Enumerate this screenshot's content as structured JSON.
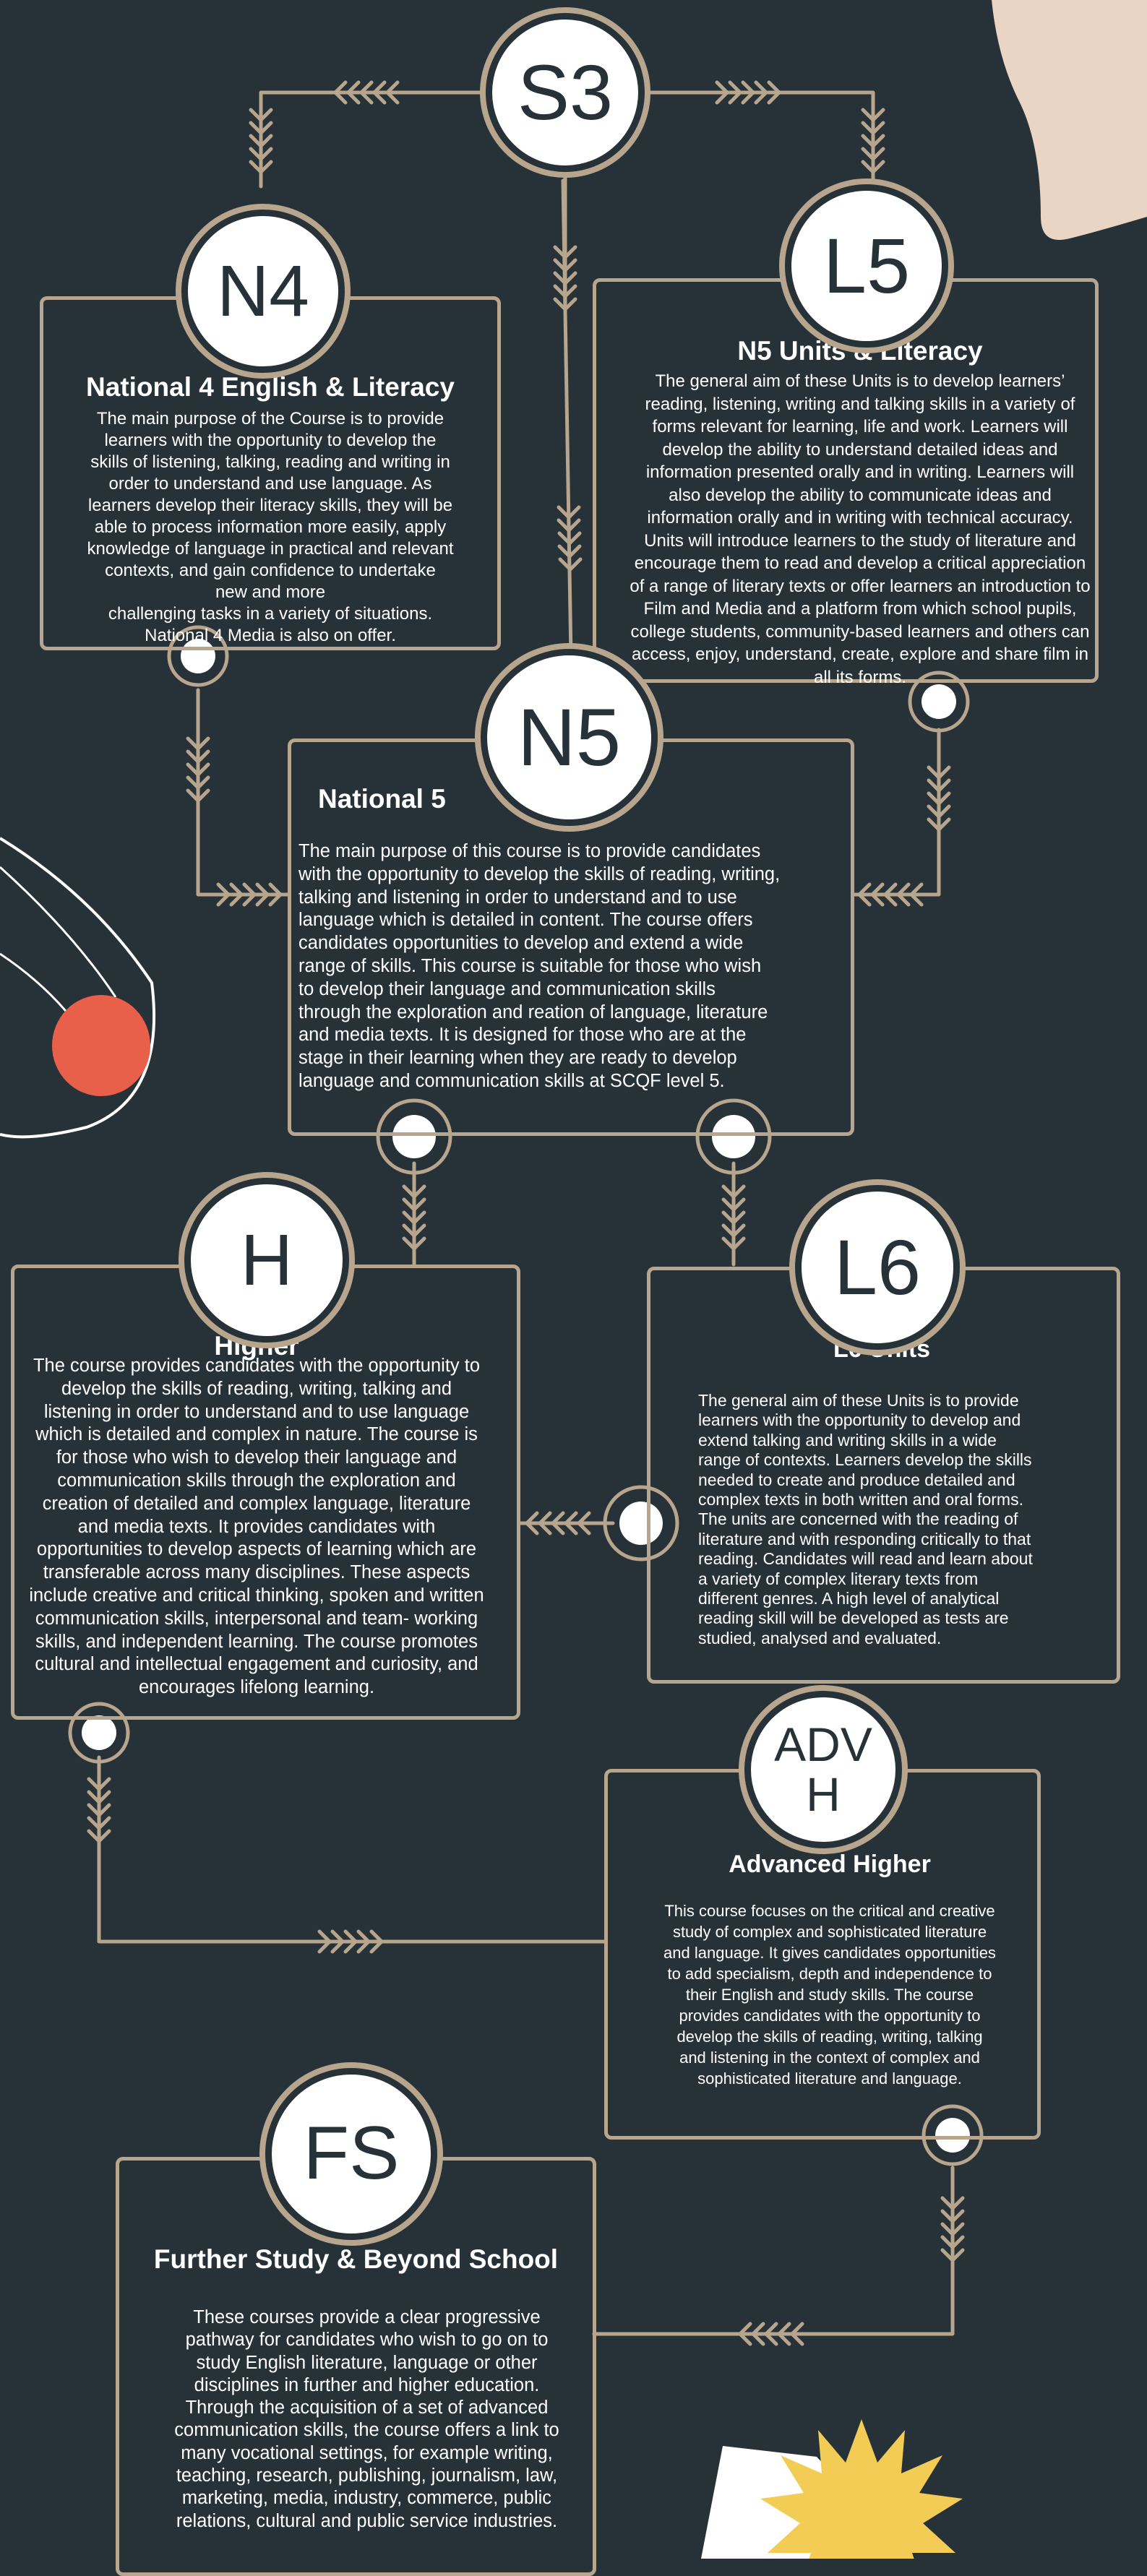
{
  "badges": {
    "s3": "S3",
    "n4": "N4",
    "l5": "L5",
    "n5": "N5",
    "h": "H",
    "l6": "L6",
    "adv": "ADV\nH",
    "fs": "FS"
  },
  "boxes": {
    "n4": {
      "title": "National 4  English & Literacy",
      "body": "The main purpose of the Course is to provide\nlearners with the opportunity to develop the\nskills of listening, talking, reading and writing in\norder to understand and use language. As\nlearners develop their literacy skills, they will be\nable to process information more easily, apply\nknowledge of language in practical and relevant\ncontexts, and gain confidence to undertake\nnew and more\nchallenging tasks in a variety of situations.\nNational 4 Media is also on offer."
    },
    "l5": {
      "title": "N5 Units & Literacy",
      "body": "The general aim of these Units is to develop learners’\nreading, listening, writing and talking skills in a variety of\nforms relevant for learning, life and work. Learners will\ndevelop the ability to understand detailed ideas and\ninformation presented orally and in writing. Learners will\nalso develop the ability to communicate ideas and\ninformation orally and in writing with technical accuracy.\nUnits will introduce learners to the study of literature and\nencourage them to read and develop a critical appreciation\nof a range of literary texts or offer learners an introduction to\nFilm and Media and a platform from which school pupils,\ncollege students, community-based learners and others can\naccess, enjoy, understand, create, explore and share film in\nall its forms."
    },
    "n5": {
      "title": "National 5",
      "body": "The main purpose of this course is to provide candidates\nwith the opportunity to develop the skills of reading, writing,\ntalking and listening in order to understand and to use\nlanguage which is detailed in content. The course offers\ncandidates opportunities to develop and extend a wide\nrange of skills. This course is suitable for those who wish\nto develop their language and communication skills\nthrough the exploration and reation of language, literature\nand media texts. It is designed for those who are at the\nstage in their learning when they are ready to develop\nlanguage and communication skills at SCQF level 5."
    },
    "h": {
      "title": "Higher",
      "body": "The course provides candidates with the opportunity to\ndevelop the skills of reading, writing, talking and\nlistening in order to understand and to use language\nwhich is detailed and complex in nature. The course is\nfor those who wish to develop their language and\ncommunication skills through the exploration and\ncreation of detailed and complex language, literature\nand media texts. It provides candidates with\nopportunities to develop aspects of learning which are\ntransferable across many disciplines. These aspects\ninclude creative and critical thinking, spoken and written\ncommunication skills, interpersonal and team- working\nskills, and independent learning. The course promotes\ncultural and intellectual engagement and curiosity, and\nencourages lifelong learning."
    },
    "l6": {
      "title": "L6 Units",
      "body": "The general aim of these Units is to provide\nlearners with the opportunity to develop and\nextend talking and writing skills in a wide\nrange of contexts. Learners develop the skills\nneeded to create and produce detailed and\ncomplex texts in both written and oral forms.\nThe units are concerned with the reading of\nliterature and with responding critically to that\nreading. Candidates will read and learn about\na variety of complex literary texts from\ndifferent genres. A high level of analytical\nreading skill will be developed as tests are\nstudied, analysed and evaluated."
    },
    "adv": {
      "title": "Advanced Higher",
      "body": "This course focuses on the critical and creative\nstudy of complex and sophisticated literature\nand language. It gives candidates opportunities\nto add specialism, depth and independence to\ntheir English and study skills. The course\nprovides candidates with the opportunity to\ndevelop the skills of reading, writing, talking\nand listening in the context of complex and\nsophisticated literature and language."
    },
    "fs": {
      "title": "Further Study & Beyond School",
      "body": "These courses provide a clear progressive\npathway for candidates who wish to go on to\nstudy English literature, language or other\ndisciplines in further and higher education.\nThrough the acquisition of a set of advanced\ncommunication skills, the course offers a link to\nmany vocational settings, for example writing,\nteaching, research, publishing, journalism, law,\nmarketing, media, industry, commerce, public\nrelations, cultural and public service industries."
    }
  },
  "colors": {
    "background": "#273238",
    "accent": "#b8a58e",
    "text": "#ffffff",
    "coral": "#e8604a",
    "sun": "#f2cc54",
    "beige": "#ead4c4"
  }
}
